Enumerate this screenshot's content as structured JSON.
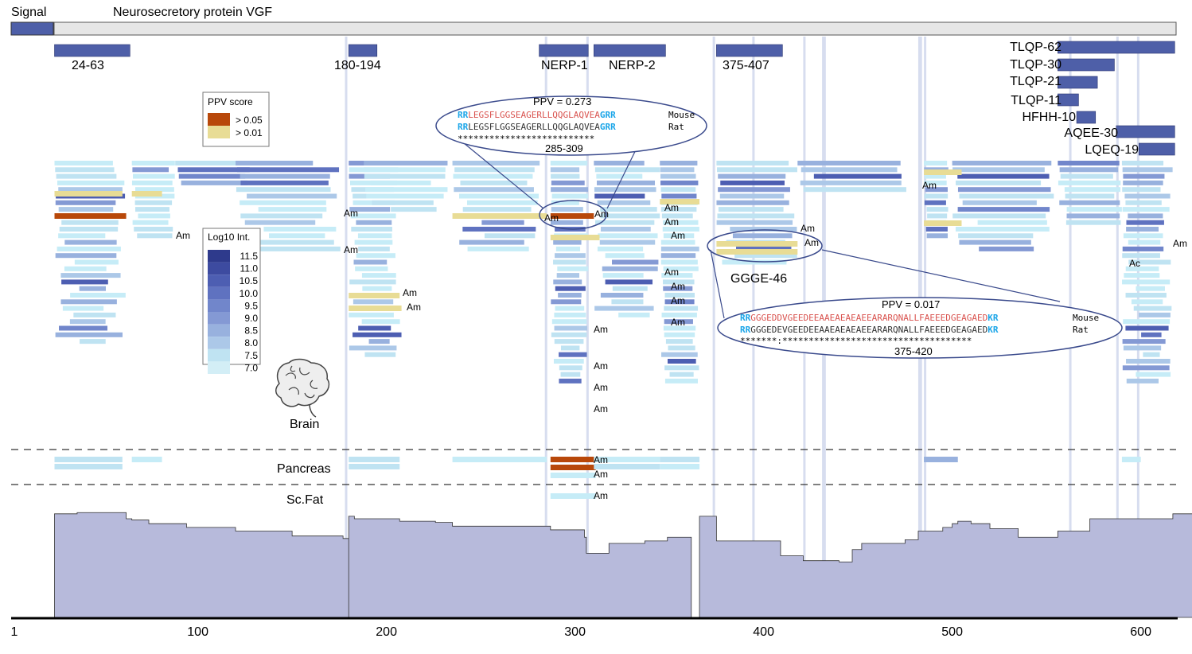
{
  "header": {
    "signal_label": "Signal",
    "protein_label": "Neurosecretory protein VGF"
  },
  "colors": {
    "peptide_bar": "#4e5fa8",
    "protein_bar": "#e6e6e6",
    "ppv_high": "#b8480a",
    "ppv_low": "#e8dc95",
    "coverage_fill": "#b7badb",
    "highlight_band": "#c9d1ea"
  },
  "axis": {
    "ticks": [
      {
        "value": 1,
        "label": "1"
      },
      {
        "value": 100,
        "label": "100"
      },
      {
        "value": 200,
        "label": "200"
      },
      {
        "value": 300,
        "label": "300"
      },
      {
        "value": 400,
        "label": "400"
      },
      {
        "value": 500,
        "label": "500"
      },
      {
        "value": 600,
        "label": "600"
      }
    ]
  },
  "known_peptides": [
    {
      "label": "24-63",
      "start": 24,
      "end": 63
    },
    {
      "label": "180-194",
      "start": 180,
      "end": 194
    },
    {
      "label": "NERP-1",
      "start": 281,
      "end": 306
    },
    {
      "label": "NERP-2",
      "start": 310,
      "end": 347
    },
    {
      "label": "375-407",
      "start": 375,
      "end": 409
    },
    {
      "label": "TLQP-62",
      "start": 556,
      "end": 617
    },
    {
      "label": "TLQP-30",
      "start": 556,
      "end": 585
    },
    {
      "label": "TLQP-21",
      "start": 556,
      "end": 576
    },
    {
      "label": "TLQP-11",
      "start": 556,
      "end": 566
    },
    {
      "label": "HFHH-10",
      "start": 566,
      "end": 575
    },
    {
      "label": "AQEE-30",
      "start": 587,
      "end": 617
    },
    {
      "label": "LQEQ-19",
      "start": 599,
      "end": 617
    }
  ],
  "ppv_legend": {
    "title": "PPV score",
    "items": [
      {
        "label": "> 0.05",
        "color": "#b8480a"
      },
      {
        "label": "> 0.01",
        "color": "#e8dc95"
      }
    ]
  },
  "intensity_legend": {
    "title": "Log10 Int.",
    "items": [
      {
        "label": "11.5",
        "color": "#2e3a8c"
      },
      {
        "label": "11.0",
        "color": "#3d4ba0"
      },
      {
        "label": "10.5",
        "color": "#4d5eb2"
      },
      {
        "label": "10.0",
        "color": "#5f72c0"
      },
      {
        "label": "9.5",
        "color": "#7186cb"
      },
      {
        "label": "9.0",
        "color": "#8499d4"
      },
      {
        "label": "8.5",
        "color": "#98b1de"
      },
      {
        "label": "8.0",
        "color": "#acc8e8"
      },
      {
        "label": "7.5",
        "color": "#bfe3f2"
      },
      {
        "label": "7.0",
        "color": "#d3eef6"
      }
    ]
  },
  "callout1": {
    "title": "PPV = 0.273",
    "row1": {
      "left": "RR",
      "mid": "LEGSFLGGSEAGERLLQQGLAQVEA",
      "right": "GRR",
      "species": "Mouse"
    },
    "row2": {
      "left": "RR",
      "mid": "LEGSFLGGSEAGERLLQQGLAQVEA",
      "right": "GRR",
      "species": "Rat"
    },
    "conservation": "**************************",
    "range": "285-309"
  },
  "callout2": {
    "title": "PPV = 0.017",
    "row1": {
      "left": "RR",
      "mid": "GGGEDDVGEEDEEAAEAEAEAEEARARQNALLFAEEEDGEAGAED",
      "right": "KR",
      "species": "Mouse"
    },
    "row2": {
      "left": "RR",
      "mid": "GGGEDEVGEEDEEAAEAEAEAEEARARQNALLFAEEEDGEAGAED",
      "right": "KR",
      "species": "Rat"
    },
    "conservation": "*******:************************************",
    "range": "375-420"
  },
  "annotations": {
    "gg_label": "GGGE-46",
    "brain_label": "Brain",
    "pancreas_label": "Pancreas",
    "fat_label": "Sc.Fat",
    "mod_am": "Am",
    "mod_ac": "Ac"
  },
  "modification_marks": [
    {
      "text": "Am",
      "pos": 177
    },
    {
      "text": "Am",
      "pos": 177
    },
    {
      "text": "Am",
      "pos": 287
    },
    {
      "text": "Am",
      "pos": 307
    },
    {
      "text": "Am",
      "pos": 355
    },
    {
      "text": "Am",
      "pos": 355
    },
    {
      "text": "Am",
      "pos": 357
    },
    {
      "text": "Am",
      "pos": 413
    },
    {
      "text": "Am",
      "pos": 418
    },
    {
      "text": "Am",
      "pos": 488
    },
    {
      "text": "Am",
      "pos": 622
    },
    {
      "text": "Ac",
      "pos": 600
    },
    {
      "text": "Am",
      "pos": 82
    },
    {
      "text": "Am",
      "pos": 203
    },
    {
      "text": "Am",
      "pos": 205
    },
    {
      "text": "Am",
      "pos": 307
    },
    {
      "text": "Am",
      "pos": 307
    },
    {
      "text": "Am",
      "pos": 307
    },
    {
      "text": "Am",
      "pos": 307
    },
    {
      "text": "Am",
      "pos": 354
    },
    {
      "text": "Am",
      "pos": 354
    },
    {
      "text": "Am",
      "pos": 354
    },
    {
      "text": "Am",
      "pos": 354
    }
  ],
  "coverage_profile": [
    [
      24,
      0.84
    ],
    [
      36,
      0.85
    ],
    [
      62,
      0.8
    ],
    [
      65,
      0.79
    ],
    [
      74,
      0.76
    ],
    [
      89,
      0.76
    ],
    [
      94,
      0.73
    ],
    [
      117,
      0.73
    ],
    [
      120,
      0.7
    ],
    [
      150,
      0.66
    ],
    [
      177,
      0.64
    ],
    [
      180,
      0.82
    ],
    [
      183,
      0.8
    ],
    [
      207,
      0.78
    ],
    [
      226,
      0.77
    ],
    [
      235,
      0.74
    ],
    [
      287,
      0.71
    ],
    [
      305,
      0.65
    ],
    [
      306,
      0.52
    ],
    [
      318,
      0.6
    ],
    [
      337,
      0.62
    ],
    [
      349,
      0.65
    ],
    [
      366,
      0.82
    ],
    [
      375,
      0.62
    ],
    [
      409,
      0.5
    ],
    [
      421,
      0.46
    ],
    [
      440,
      0.45
    ],
    [
      447,
      0.55
    ],
    [
      452,
      0.6
    ],
    [
      475,
      0.63
    ],
    [
      482,
      0.7
    ],
    [
      495,
      0.73
    ],
    [
      500,
      0.76
    ],
    [
      503,
      0.78
    ],
    [
      510,
      0.76
    ],
    [
      520,
      0.72
    ],
    [
      535,
      0.65
    ],
    [
      556,
      0.7
    ],
    [
      573,
      0.8
    ],
    [
      617,
      0.84
    ]
  ]
}
